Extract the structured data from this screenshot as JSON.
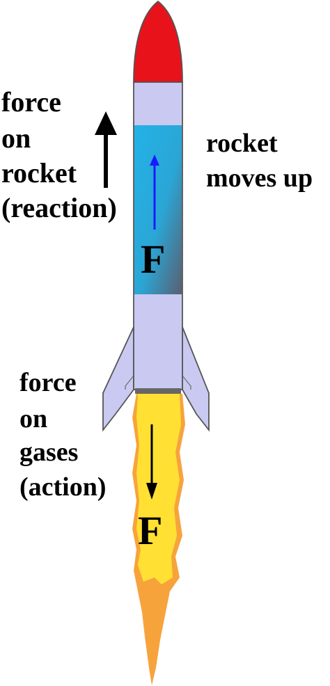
{
  "labels": {
    "reaction_line1": "force",
    "reaction_line2": "on",
    "reaction_line3": "rocket",
    "reaction_line4": "(reaction)",
    "motion_line1": "rocket",
    "motion_line2": "moves up",
    "action_line1": "force",
    "action_line2": "on",
    "action_line3": "gases",
    "action_line4": "(action)",
    "force_upper": "F",
    "force_lower": "F"
  },
  "colors": {
    "nose_cone": "#e8121b",
    "body": "#c9c9f2",
    "tank": "#2db4e4",
    "flame_inner": "#ffe033",
    "flame_outer": "#f7a33c",
    "nozzle": "#666666",
    "arrow_up": "#1a1aff",
    "arrow_black": "#000000"
  }
}
